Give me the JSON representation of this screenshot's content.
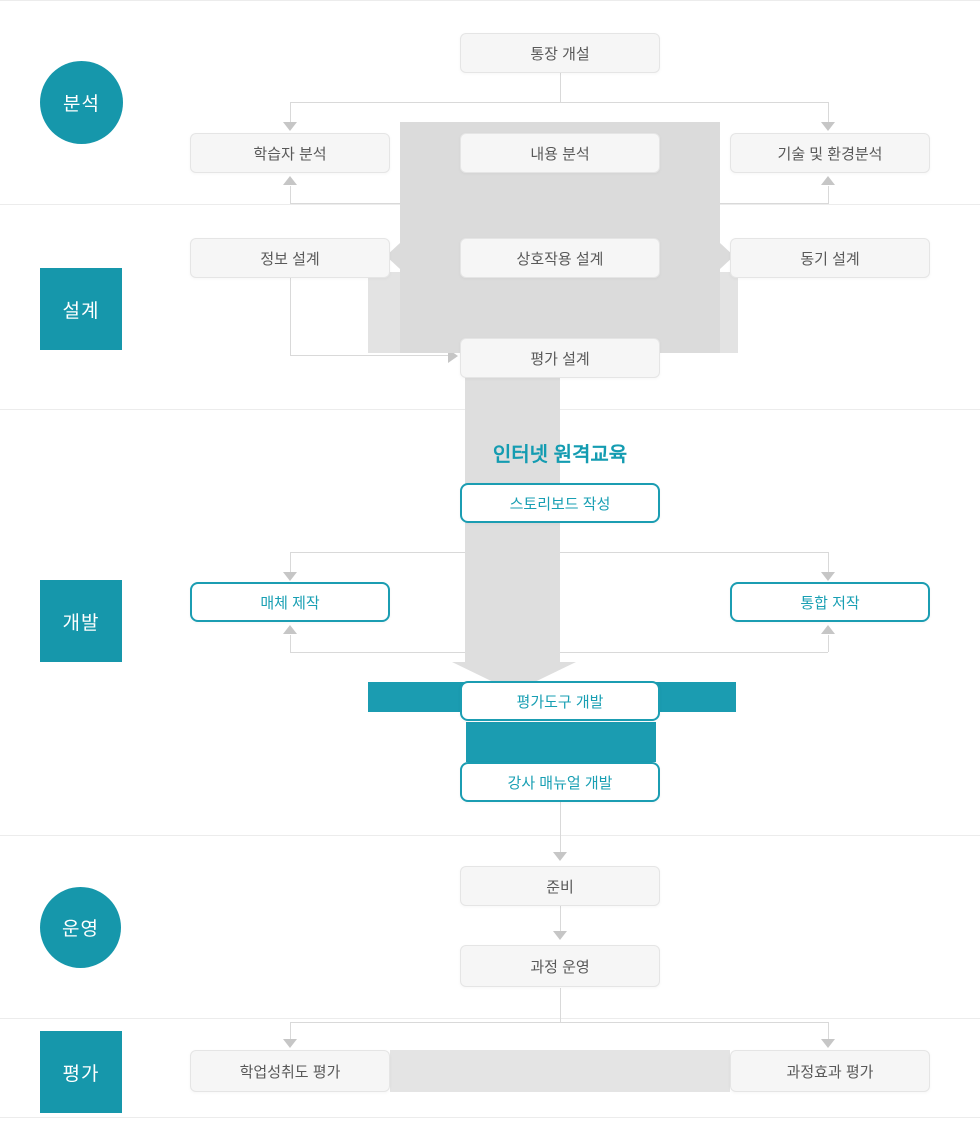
{
  "diagram_title": "인터넷 원격교육",
  "colors": {
    "accent_teal": "#1697ab",
    "teal_outline": "#1b9db2",
    "gray_shape": "#dbdbdb",
    "plain_box_bg": "#f6f6f6"
  },
  "sections": [
    {
      "label": "분석",
      "shape": "circle"
    },
    {
      "label": "설계",
      "shape": "square"
    },
    {
      "label": "개발",
      "shape": "square"
    },
    {
      "label": "운영",
      "shape": "circle"
    },
    {
      "label": "평가",
      "shape": "square"
    }
  ],
  "nodes": {
    "account_opening": "통장 개설",
    "learner_analysis": "학습자 분석",
    "content_analysis": "내용 분석",
    "tech_env_analysis": "기술 및 환경분석",
    "information_design": "정보 설계",
    "interaction_design": "상호작용 설계",
    "motivation_design": "동기 설계",
    "evaluation_design": "평가 설계",
    "storyboard_writing": "스토리보드 작성",
    "media_production": "매체 제작",
    "integrated_authoring": "통합 저작",
    "evaluation_tool_dev": "평가도구 개발",
    "instructor_manual_dev": "강사 매뉴얼 개발",
    "preparation": "준비",
    "course_operation": "과정 운영",
    "achievement_evaluation": "학업성취도 평가",
    "course_effect_evaluation": "과정효과 평가"
  }
}
